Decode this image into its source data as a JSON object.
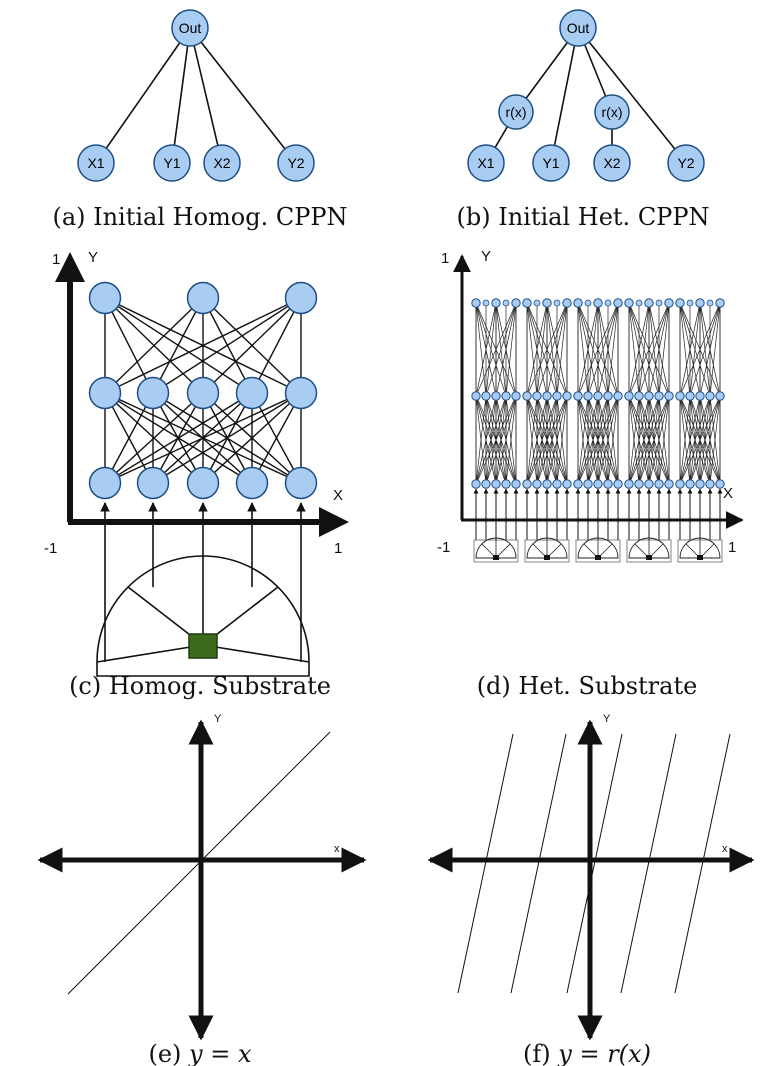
{
  "panels": {
    "a": {
      "caption": "(a) Initial Homog. CPPN",
      "out_label": "Out",
      "inputs": [
        "X1",
        "Y1",
        "X2",
        "Y2"
      ]
    },
    "b": {
      "caption": "(b) Initial Het. CPPN",
      "out_label": "Out",
      "hidden": [
        "r(x)",
        "r(x)"
      ],
      "inputs": [
        "X1",
        "Y1",
        "X2",
        "Y2"
      ]
    },
    "c": {
      "caption": "(c) Homog. Substrate",
      "y_axis": "Y",
      "x_axis": "X",
      "y_max": "1",
      "x_min": "-1",
      "x_max": "1"
    },
    "d": {
      "caption": "(d) Het. Substrate",
      "y_axis": "Y",
      "x_axis": "X",
      "y_max": "1",
      "x_min": "-1",
      "x_max": "1"
    },
    "e": {
      "caption_prefix": "(e) ",
      "caption_eq": "y = x",
      "y_axis": "Y",
      "x_axis": "x"
    },
    "f": {
      "caption_prefix": "(f) ",
      "caption_eq": "y = r(x)",
      "y_axis": "Y",
      "x_axis": "x"
    }
  },
  "colors": {
    "node_fill": "#a9cdf2",
    "node_stroke": "#1d4f86",
    "sensor": "#3d6b1e"
  }
}
